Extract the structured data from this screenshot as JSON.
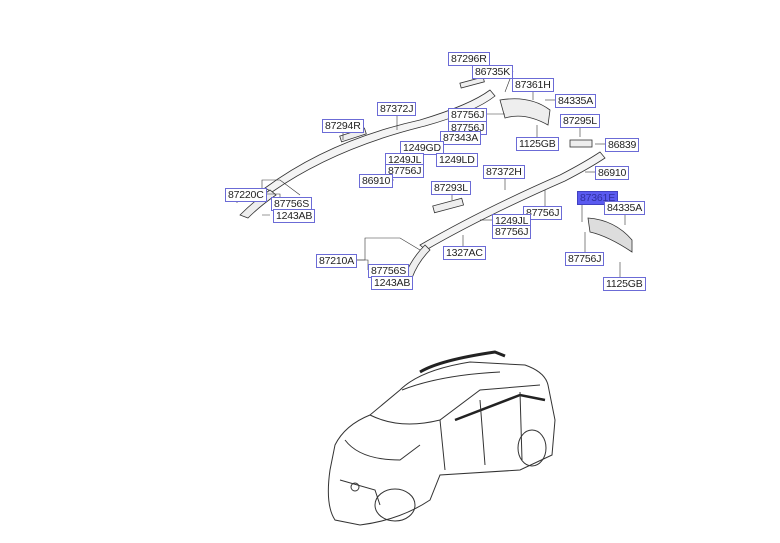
{
  "colors": {
    "label_border": "#6b6bd6",
    "highlight": "#5a5af0"
  },
  "highlighted_part": "87361E",
  "parts": [
    {
      "id": "p1",
      "code": "87296R"
    },
    {
      "id": "p2",
      "code": "86735K"
    },
    {
      "id": "p3",
      "code": "87361H"
    },
    {
      "id": "p4",
      "code": "84335A"
    },
    {
      "id": "p5",
      "code": "87372J"
    },
    {
      "id": "p6",
      "code": "87756J"
    },
    {
      "id": "p7",
      "code": "87756J"
    },
    {
      "id": "p8",
      "code": "87294R"
    },
    {
      "id": "p9",
      "code": "87343A"
    },
    {
      "id": "p10",
      "code": "1125GB"
    },
    {
      "id": "p11",
      "code": "87295L"
    },
    {
      "id": "p12",
      "code": "86839"
    },
    {
      "id": "p13",
      "code": "1249GD"
    },
    {
      "id": "p14",
      "code": "1249JL"
    },
    {
      "id": "p15",
      "code": "1249LD"
    },
    {
      "id": "p16",
      "code": "87756J"
    },
    {
      "id": "p17",
      "code": "86910"
    },
    {
      "id": "p18",
      "code": "87372H"
    },
    {
      "id": "p19",
      "code": "87293L"
    },
    {
      "id": "p20",
      "code": "86910"
    },
    {
      "id": "p21",
      "code": "87220C"
    },
    {
      "id": "p22",
      "code": "87756S"
    },
    {
      "id": "p23",
      "code": "1243AB"
    },
    {
      "id": "p24",
      "code": "87361E"
    },
    {
      "id": "p25",
      "code": "84335A"
    },
    {
      "id": "p26",
      "code": "87756J"
    },
    {
      "id": "p27",
      "code": "1249JL"
    },
    {
      "id": "p28",
      "code": "87756J"
    },
    {
      "id": "p29",
      "code": "1327AC"
    },
    {
      "id": "p30",
      "code": "87210A"
    },
    {
      "id": "p31",
      "code": "87756S"
    },
    {
      "id": "p32",
      "code": "1243AB"
    },
    {
      "id": "p33",
      "code": "87756J"
    },
    {
      "id": "p34",
      "code": "1125GB"
    }
  ]
}
